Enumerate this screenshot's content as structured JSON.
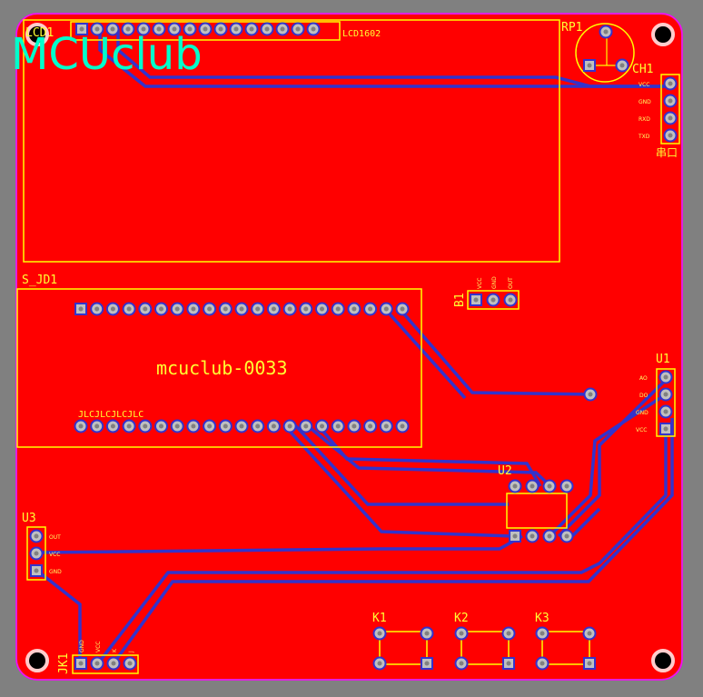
{
  "board": {
    "logo_text": "MCUclub",
    "center_label": "mcuclub-0033",
    "jlc_text": "JLCJLCJLCJLC",
    "colors": {
      "background": "#808080",
      "copper": "#ff0000",
      "silkscreen": "#ffff00",
      "outline": "#ff00ff",
      "trace": "#3333cc",
      "pad": "#c0c0c0",
      "logo": "#00ffcc"
    }
  },
  "components": {
    "lcd": {
      "designator": "LCD1",
      "value": "LCD1602"
    },
    "rp1": {
      "designator": "RP1"
    },
    "ch1": {
      "designator": "CH1",
      "value": "串口",
      "pins": [
        "VCC",
        "GND",
        "RXD",
        "TXD"
      ]
    },
    "sjd1": {
      "designator": "S_JD1"
    },
    "b1": {
      "designator": "B1",
      "pins": [
        "VCC",
        "GND",
        "OUT"
      ]
    },
    "u1": {
      "designator": "U1",
      "pins": [
        "AO",
        "DO",
        "GND",
        "VCC"
      ]
    },
    "u2": {
      "designator": "U2"
    },
    "u3": {
      "designator": "U3",
      "pins": [
        "OUT",
        "VCC",
        "GND"
      ]
    },
    "jk1": {
      "designator": "JK1",
      "pins": [
        "GND",
        "VCC",
        "K",
        "J"
      ]
    },
    "k1": {
      "designator": "K1"
    },
    "k2": {
      "designator": "K2"
    },
    "k3": {
      "designator": "K3"
    }
  }
}
